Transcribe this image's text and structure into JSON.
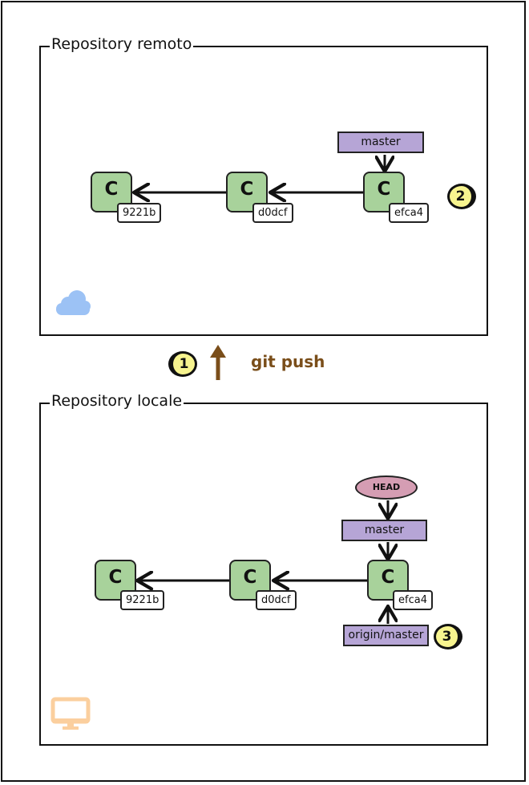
{
  "remote": {
    "title": "Repository remoto",
    "icon": "cloud-icon",
    "commits": [
      {
        "label": "C",
        "hash": "9221b"
      },
      {
        "label": "C",
        "hash": "d0dcf"
      },
      {
        "label": "C",
        "hash": "efca4"
      }
    ],
    "branch": "master",
    "step_badge": "2"
  },
  "push": {
    "step_badge": "1",
    "command": "git push",
    "arrow_color": "#7a4e1a"
  },
  "local": {
    "title": "Repository locale",
    "icon": "desktop-monitor-icon",
    "commits": [
      {
        "label": "C",
        "hash": "9221b"
      },
      {
        "label": "C",
        "hash": "d0dcf"
      },
      {
        "label": "C",
        "hash": "efca4"
      }
    ],
    "head": "HEAD",
    "branch": "master",
    "remote_branch": "origin/master",
    "step_badge": "3"
  },
  "colors": {
    "commit": "#a8d29b",
    "branch": "#b6a5d6",
    "head": "#d59db3",
    "badge": "#f7f48f",
    "cloud": "#9cc2f5",
    "monitor": "#fbcf9e"
  }
}
